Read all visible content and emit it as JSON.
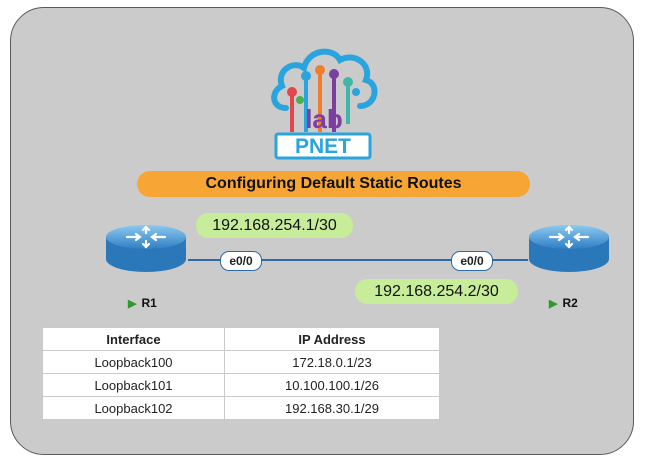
{
  "logo": {
    "text_lab": "lab",
    "text_pnet": "PNET"
  },
  "title": "Configuring Default Static Routes",
  "routers": [
    {
      "name": "R1",
      "interface": "e0/0",
      "ip": "192.168.254.1/30"
    },
    {
      "name": "R2",
      "interface": "e0/0",
      "ip": "192.168.254.2/30"
    }
  ],
  "table": {
    "headers": [
      "Interface",
      "IP Address"
    ],
    "rows": [
      [
        "Loopback100",
        "172.18.0.1/23"
      ],
      [
        "Loopback101",
        "10.100.100.1/26"
      ],
      [
        "Loopback102",
        "192.168.30.1/29"
      ]
    ]
  },
  "colors": {
    "panel_bg": "#cbcbcb",
    "banner": "#f7a534",
    "ip_label": "#c7ec9a",
    "link": "#2f6aa5",
    "router": "#3f8fd3",
    "logo_cloud": "#2aa4dc",
    "logo_purple": "#7b3fa0"
  }
}
